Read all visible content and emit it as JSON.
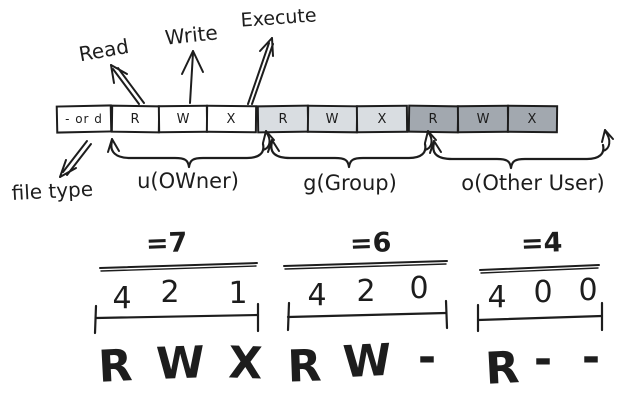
{
  "top_labels": {
    "read": "Read",
    "write": "Write",
    "execute": "Execute"
  },
  "file_type": {
    "label": "file type",
    "cell": "- or d"
  },
  "permission_cells": {
    "owner": [
      "R",
      "W",
      "X"
    ],
    "group": [
      "R",
      "W",
      "X"
    ],
    "other": [
      "R",
      "W",
      "X"
    ]
  },
  "scope_labels": {
    "owner": "u(OWner)",
    "group": "g(Group)",
    "other": "o(Other User)"
  },
  "octal_examples": [
    {
      "sum": "=7",
      "digits": [
        "4",
        "2",
        "1"
      ],
      "letters": [
        "R",
        "W",
        "X"
      ]
    },
    {
      "sum": "=6",
      "digits": [
        "4",
        "2",
        "0"
      ],
      "letters": [
        "R",
        "W",
        "-"
      ]
    },
    {
      "sum": "=4",
      "digits": [
        "4",
        "0",
        "0"
      ],
      "letters": [
        "R",
        "-",
        "-"
      ]
    }
  ],
  "colors": {
    "ink": "#1d1d1d",
    "file_type_box": "#ffffff",
    "owner_box": "#ffffff",
    "group_box": "#d9dde1",
    "other_box": "#a2a8af"
  }
}
